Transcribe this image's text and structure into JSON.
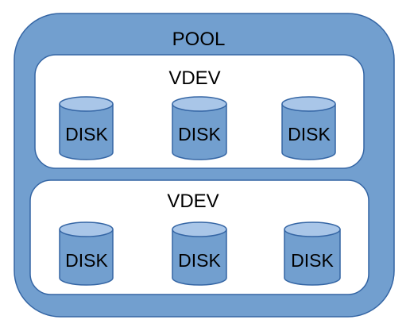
{
  "colors": {
    "pool_fill": "#729fcf",
    "outline": "#3465a4",
    "vdev_fill": "#ffffff",
    "disk_body": "#729fcf",
    "disk_top": "#a9c6e8"
  },
  "pool": {
    "label": "POOL",
    "vdevs": [
      {
        "label": "VDEV",
        "disks": [
          "DISK",
          "DISK",
          "DISK"
        ]
      },
      {
        "label": "VDEV",
        "disks": [
          "DISK",
          "DISK",
          "DISK"
        ]
      }
    ]
  }
}
